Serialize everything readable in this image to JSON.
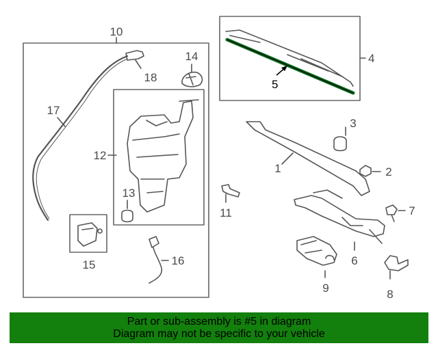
{
  "callouts": {
    "n1": "1",
    "n2": "2",
    "n3": "3",
    "n4": "4",
    "n5": "5",
    "n6": "6",
    "n7": "7",
    "n8": "8",
    "n9": "9",
    "n10": "10",
    "n11": "11",
    "n12": "12",
    "n13": "13",
    "n14": "14",
    "n15": "15",
    "n16": "16",
    "n17": "17",
    "n18": "18"
  },
  "highlight_part": "5",
  "banner": {
    "line1": "Part or sub-assembly is #5 in diagram",
    "line2": "Diagram may not be specific to your vehicle"
  },
  "colors": {
    "banner_bg": "#137f0d",
    "highlight": "#0b6b1e",
    "line": "#555555"
  }
}
